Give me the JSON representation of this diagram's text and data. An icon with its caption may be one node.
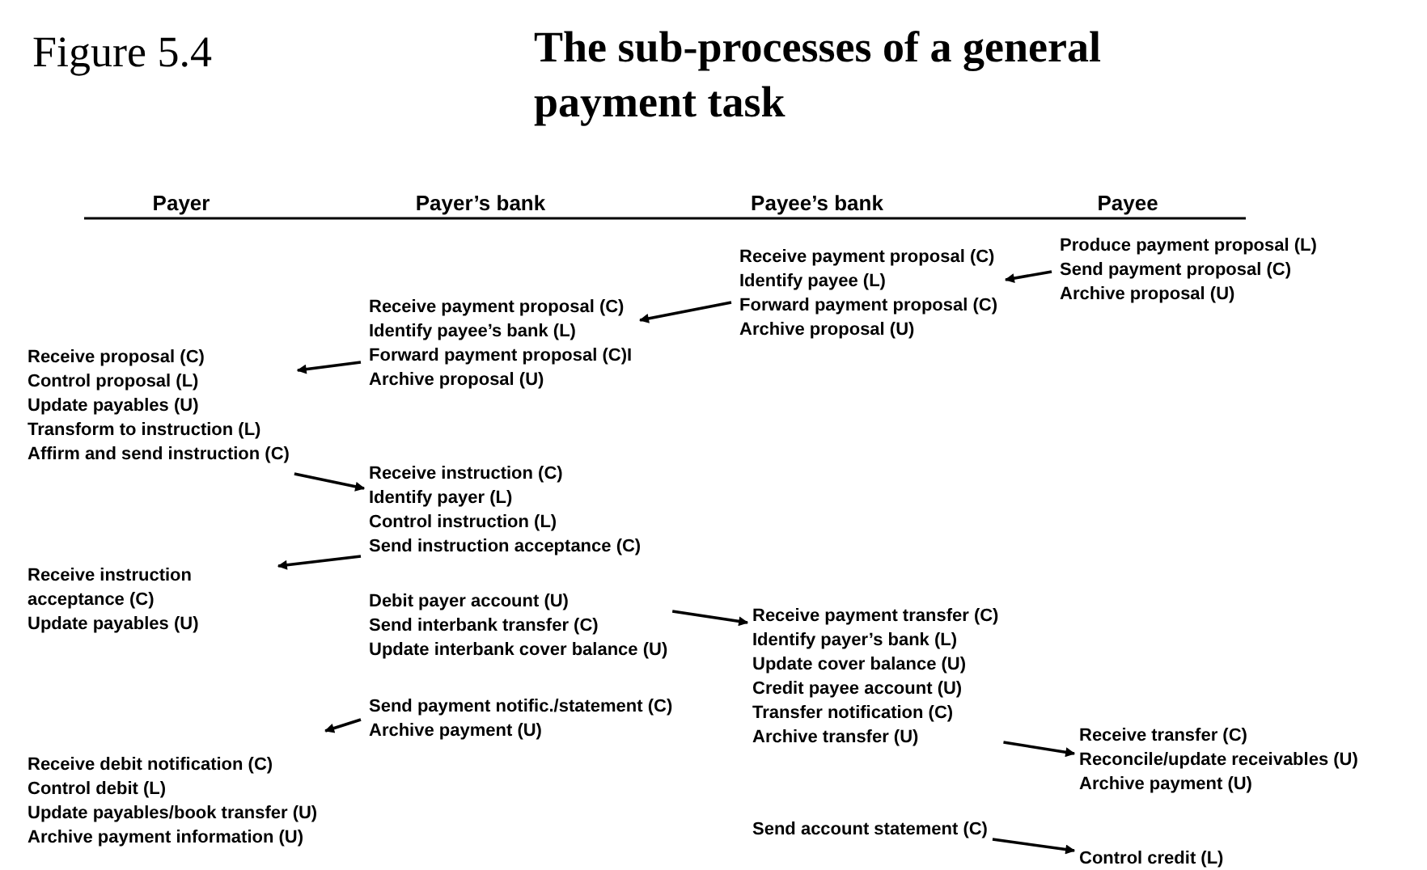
{
  "diagram": {
    "title": "The sub-processes of a general payment task",
    "nodes": [
      {
        "text": [
          "Produce payment proposal (L)",
          "Send payment proposal (C)",
          "Archive proposal (U)"
        ]
      },
      {
        "text": [
          "Receive payment proposal (C)",
          "Identify payee (L)",
          "Forward payment proposal (C)",
          "Archive proposal (U)"
        ]
      },
      {
        "text": [
          "Receive payment proposal (C)",
          "Identify payee’s bank (L)",
          "Forward payment proposal (C)I",
          "Archive proposal (U)"
        ]
      },
      {
        "text": [
          "Receive proposal (C)",
          "Control proposal (L)",
          "Update payables (U)",
          "Transform to instruction (L)",
          "Affirm and send instruction (C)"
        ]
      },
      {
        "text": [
          "Receive instruction (C)",
          "Identify payer (L)",
          "Control instruction (L)",
          "Send instruction acceptance (C)"
        ]
      },
      {
        "text": [
          "Receive instruction acceptance (C)",
          "Update payables (U)"
        ]
      },
      {
        "text": [
          "Debit payer account (U)",
          "Send interbank transfer (C)",
          "Update interbank cover balance (U)"
        ]
      },
      {
        "text": [
          "Receive payment transfer (C)",
          "Identify payer’s bank (L)",
          "Update cover balance (U)",
          "Credit payee account (U)",
          "Transfer notification (C)",
          "Archive transfer (U)"
        ]
      },
      {
        "text": [
          "Send payment notific./statement (C)",
          "Archive payment (U)"
        ]
      },
      {
        "text": [
          "Receive debit notification (C)",
          "Control debit (L)",
          "Update payables/book transfer (U)",
          "Archive payment information (U)"
        ]
      },
      {
        "text": [
          "Receive transfer (C)",
          "Reconcile/update receivables (U)",
          "Archive payment (U)"
        ]
      },
      {
        "text": [
          "Send account statement (C)"
        ]
      },
      {
        "text": [
          "Control credit (L)"
        ]
      }
    ],
    "edges": [
      {
        "from": 0,
        "to": 1,
        "arrow": "to"
      },
      {
        "from": 1,
        "to": 2,
        "arrow": "to"
      },
      {
        "from": 2,
        "to": 3,
        "arrow": "to"
      },
      {
        "from": 3,
        "to": 4,
        "arrow": "to"
      },
      {
        "from": 4,
        "to": 5,
        "arrow": "to"
      },
      {
        "from": 6,
        "to": 7,
        "arrow": "to"
      },
      {
        "from": 8,
        "to": 9,
        "arrow": "to"
      },
      {
        "from": 7,
        "to": 10,
        "arrow": "to"
      },
      {
        "from": 11,
        "to": 12,
        "arrow": "to"
      }
    ],
    "labels": [
      "Figure 5.4",
      "Payer",
      "Payer’s bank",
      "Payee’s bank",
      "Payee"
    ]
  }
}
